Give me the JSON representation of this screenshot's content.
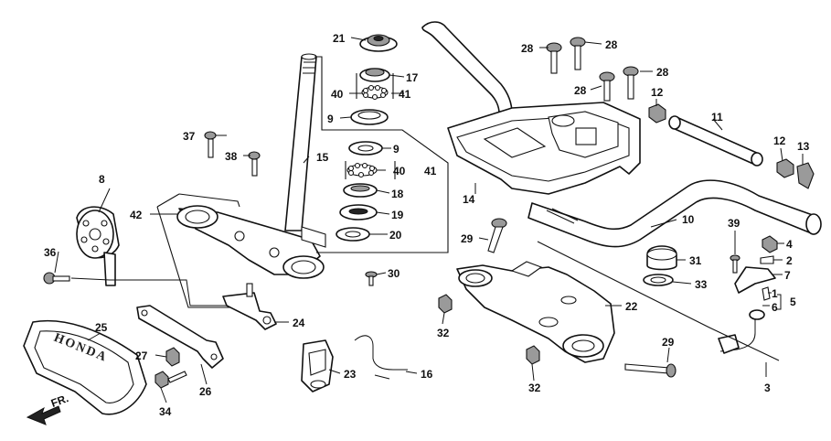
{
  "diagram": {
    "callouts": {
      "c1": "1",
      "c2": "2",
      "c3": "3",
      "c4": "4",
      "c5": "5",
      "c6": "6",
      "c7": "7",
      "c8": "8",
      "c9a": "9",
      "c9b": "9",
      "c10": "10",
      "c11": "11",
      "c12a": "12",
      "c12b": "12",
      "c13": "13",
      "c14": "14",
      "c15": "15",
      "c16": "16",
      "c17": "17",
      "c18": "18",
      "c19": "19",
      "c20": "20",
      "c21": "21",
      "c22": "22",
      "c23": "23",
      "c24": "24",
      "c25": "25",
      "c26": "26",
      "c27": "27",
      "c28a": "28",
      "c28b": "28",
      "c28c": "28",
      "c28d": "28",
      "c29a": "29",
      "c29b": "29",
      "c30": "30",
      "c31": "31",
      "c32a": "32",
      "c32b": "32",
      "c33": "33",
      "c34": "34",
      "c36": "36",
      "c37": "37",
      "c38": "38",
      "c39": "39",
      "c40a": "40",
      "c40b": "40",
      "c41a": "41",
      "c41b": "41",
      "c42": "42"
    },
    "emblem_text": "HONDA",
    "front_marker": "FR."
  }
}
